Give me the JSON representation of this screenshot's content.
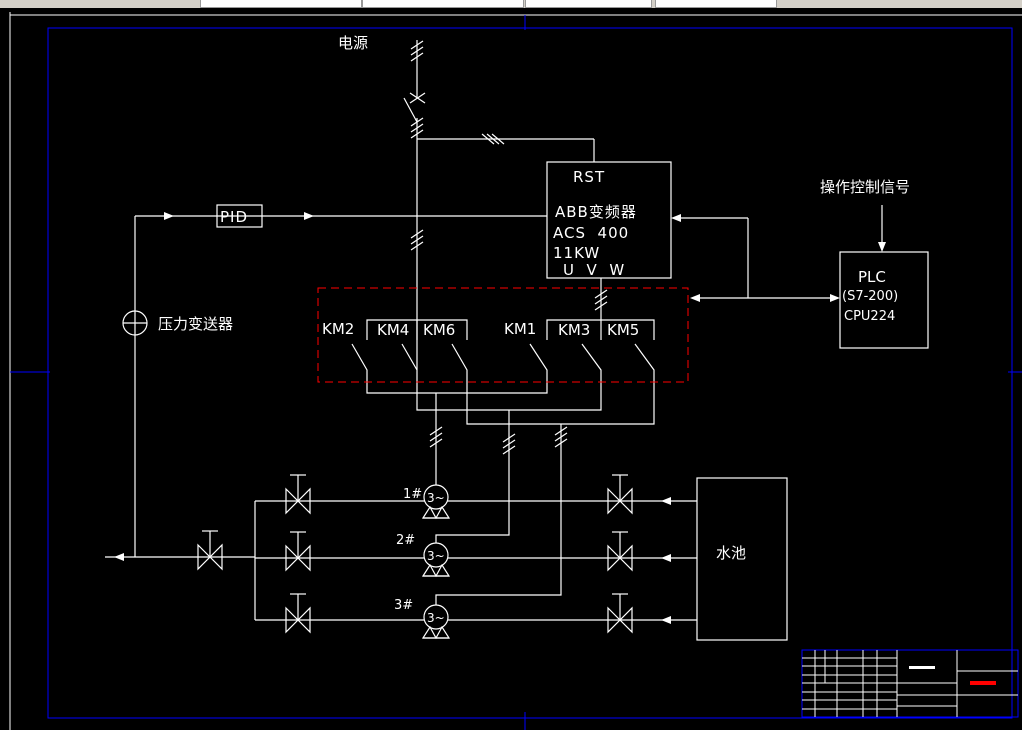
{
  "labels": {
    "power": "电源",
    "vfd_rst": "RST",
    "vfd_name": "ABB变频器",
    "vfd_model": "ACS  400",
    "vfd_power": "11KW",
    "vfd_uvw": "U  V  W",
    "pid": "PID",
    "pressure_transmitter": "压力变送器",
    "control_signal": "操作控制信号",
    "plc_line1": "PLC",
    "plc_line2": "(S7-200)",
    "plc_line3": "CPU224",
    "km": [
      "KM2",
      "KM4",
      "KM6",
      "KM1",
      "KM3",
      "KM5"
    ],
    "pumps": [
      "1#",
      "2#",
      "3#"
    ],
    "pump_symbol": "3~",
    "pool": "水池"
  },
  "colors": {
    "lines": "#ffffff",
    "frame": "#0000ff",
    "dashed_box": "#ff0000",
    "background": "#000000"
  }
}
